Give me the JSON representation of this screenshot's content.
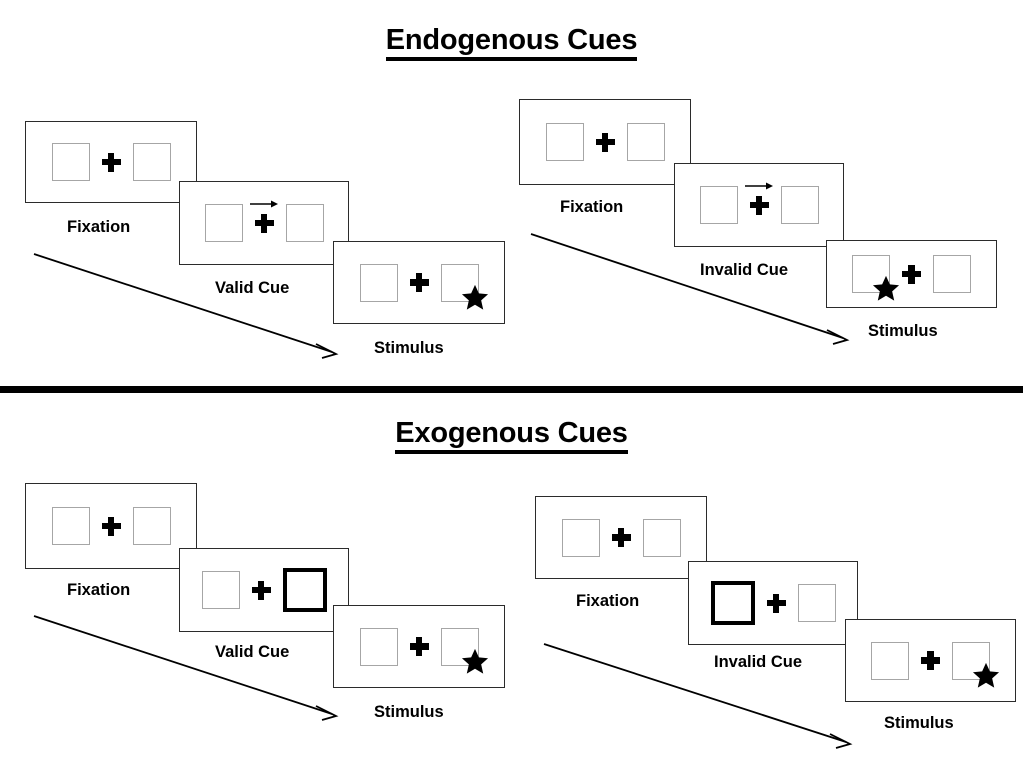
{
  "figure": {
    "title_top": "Endogenous Cues",
    "title_bottom": "Exogenous Cues"
  },
  "colors": {
    "frame_stroke": "#2b2b2b",
    "box_stroke": "#a6a6a6",
    "cue_stroke": "#000000",
    "ink": "#000000",
    "background": "#ffffff"
  },
  "icons": {
    "fixation_cross": "plus-icon",
    "endogenous_cue": "right-arrow-icon",
    "exogenous_cue": "bold-square-icon",
    "target": "star-icon",
    "sequence": "diagonal-arrow-icon"
  },
  "sections": [
    {
      "id": "endogenous",
      "title": "Endogenous Cues",
      "conditions": [
        {
          "id": "endogenous-valid",
          "panels": [
            {
              "caption": "Fixation",
              "left_box": "empty",
              "right_box": "empty",
              "cue": "none"
            },
            {
              "caption": "Valid Cue",
              "left_box": "empty",
              "right_box": "empty",
              "cue": "arrow-right"
            },
            {
              "caption": "Stimulus",
              "left_box": "empty",
              "right_box": "star",
              "cue": "none"
            }
          ]
        },
        {
          "id": "endogenous-invalid",
          "panels": [
            {
              "caption": "Fixation",
              "left_box": "empty",
              "right_box": "empty",
              "cue": "none"
            },
            {
              "caption": "Invalid Cue",
              "left_box": "empty",
              "right_box": "empty",
              "cue": "arrow-right"
            },
            {
              "caption": "Stimulus",
              "left_box": "star",
              "right_box": "empty",
              "cue": "none"
            }
          ]
        }
      ]
    },
    {
      "id": "exogenous",
      "title": "Exogenous Cues",
      "conditions": [
        {
          "id": "exogenous-valid",
          "panels": [
            {
              "caption": "Fixation",
              "left_box": "empty",
              "right_box": "empty",
              "cue": "none"
            },
            {
              "caption": "Valid Cue",
              "left_box": "empty",
              "right_box": "flashed",
              "cue": "box-flash-right"
            },
            {
              "caption": "Stimulus",
              "left_box": "empty",
              "right_box": "star",
              "cue": "none"
            }
          ]
        },
        {
          "id": "exogenous-invalid",
          "panels": [
            {
              "caption": "Fixation",
              "left_box": "empty",
              "right_box": "empty",
              "cue": "none"
            },
            {
              "caption": "Invalid Cue",
              "left_box": "flashed",
              "right_box": "empty",
              "cue": "box-flash-left"
            },
            {
              "caption": "Stimulus",
              "left_box": "empty",
              "right_box": "star",
              "cue": "none"
            }
          ]
        }
      ]
    }
  ]
}
